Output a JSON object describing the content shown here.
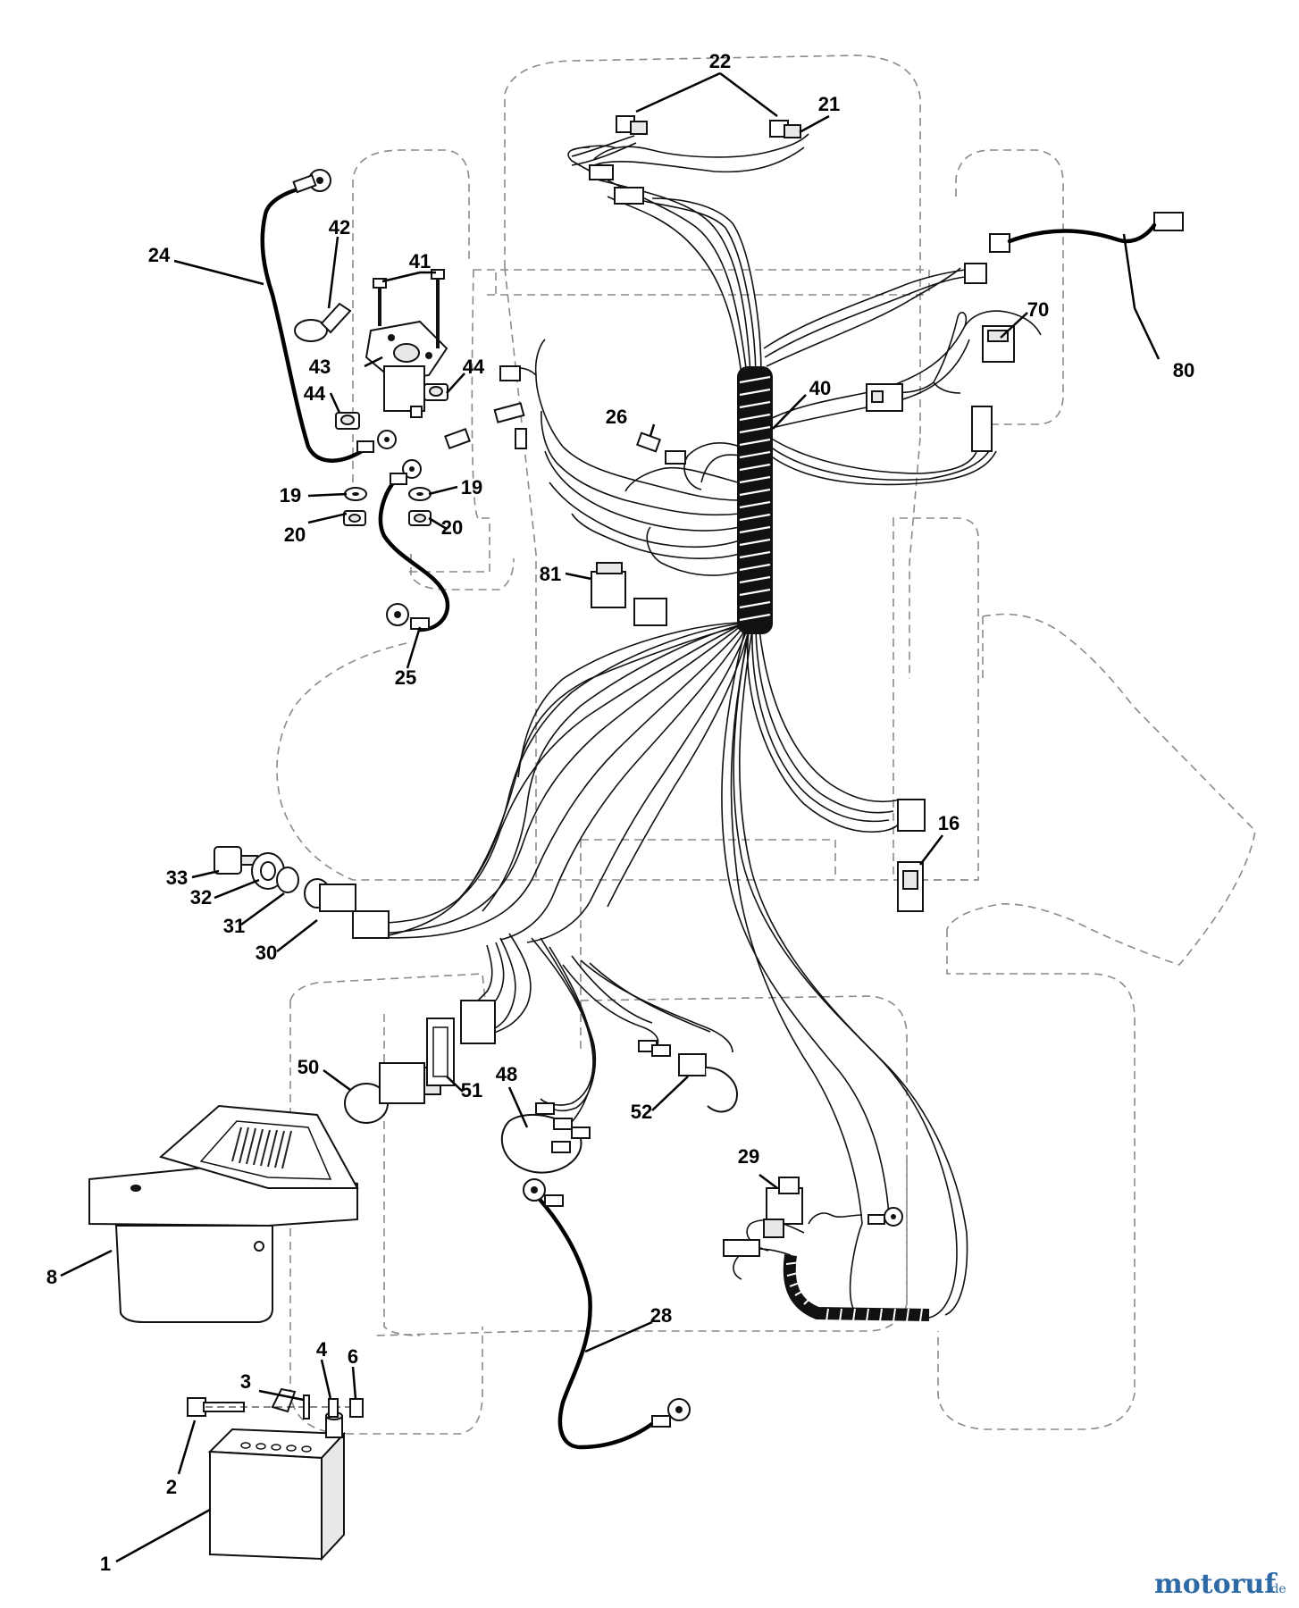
{
  "callouts": [
    {
      "id": "c1",
      "label": "1"
    },
    {
      "id": "c2",
      "label": "2"
    },
    {
      "id": "c3",
      "label": "3"
    },
    {
      "id": "c4",
      "label": "4"
    },
    {
      "id": "c6",
      "label": "6"
    },
    {
      "id": "c8",
      "label": "8"
    },
    {
      "id": "c16",
      "label": "16"
    },
    {
      "id": "c19a",
      "label": "19"
    },
    {
      "id": "c19b",
      "label": "19"
    },
    {
      "id": "c20a",
      "label": "20"
    },
    {
      "id": "c20b",
      "label": "20"
    },
    {
      "id": "c21",
      "label": "21"
    },
    {
      "id": "c22",
      "label": "22"
    },
    {
      "id": "c24",
      "label": "24"
    },
    {
      "id": "c25",
      "label": "25"
    },
    {
      "id": "c26",
      "label": "26"
    },
    {
      "id": "c28",
      "label": "28"
    },
    {
      "id": "c29",
      "label": "29"
    },
    {
      "id": "c30",
      "label": "30"
    },
    {
      "id": "c31",
      "label": "31"
    },
    {
      "id": "c32",
      "label": "32"
    },
    {
      "id": "c33",
      "label": "33"
    },
    {
      "id": "c40",
      "label": "40"
    },
    {
      "id": "c41",
      "label": "41"
    },
    {
      "id": "c42",
      "label": "42"
    },
    {
      "id": "c43",
      "label": "43"
    },
    {
      "id": "c44a",
      "label": "44"
    },
    {
      "id": "c44b",
      "label": "44"
    },
    {
      "id": "c48",
      "label": "48"
    },
    {
      "id": "c50",
      "label": "50"
    },
    {
      "id": "c51",
      "label": "51"
    },
    {
      "id": "c52",
      "label": "52"
    },
    {
      "id": "c70",
      "label": "70"
    },
    {
      "id": "c80",
      "label": "80"
    },
    {
      "id": "c81",
      "label": "81"
    }
  ],
  "watermark": {
    "brand": "motoruf",
    "suffix": ".de",
    "color": "#2e6aa6"
  }
}
